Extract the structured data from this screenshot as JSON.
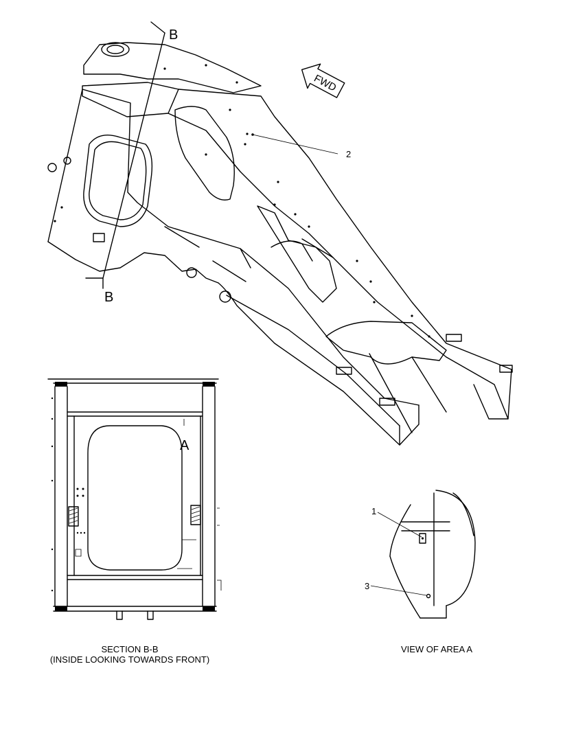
{
  "section_marks": {
    "top": "B",
    "bottom": "B"
  },
  "forward_arrow": {
    "label": "FWD",
    "icon": "forward-arrow-icon"
  },
  "callouts": {
    "frame": "2",
    "area_a_1": "1",
    "area_a_3": "3"
  },
  "section_view": {
    "area_label": "A",
    "caption_line1": "SECTION B-B",
    "caption_line2": "(INSIDE LOOKING TOWARDS FRONT)"
  },
  "detail_view": {
    "caption": "VIEW OF AREA A"
  }
}
